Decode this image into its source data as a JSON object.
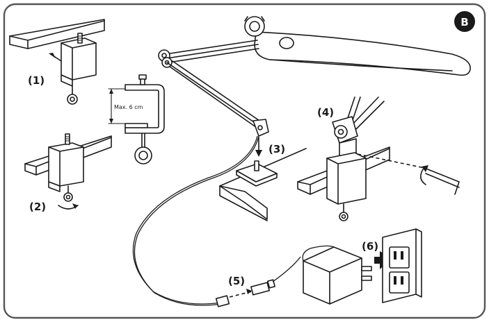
{
  "badge": {
    "label": "B",
    "color": "#1a1a1a"
  },
  "steps": [
    {
      "id": "1",
      "label": "(1)"
    },
    {
      "id": "2",
      "label": "(2)"
    },
    {
      "id": "3",
      "label": "(3)"
    },
    {
      "id": "4",
      "label": "(4)"
    },
    {
      "id": "5",
      "label": "(5)"
    },
    {
      "id": "6",
      "label": "(6)"
    }
  ],
  "clamp_dimension": {
    "label": "Max. 6 cm"
  },
  "colors": {
    "line": "#1a1a1a",
    "border": "#555555",
    "background": "#ffffff"
  }
}
